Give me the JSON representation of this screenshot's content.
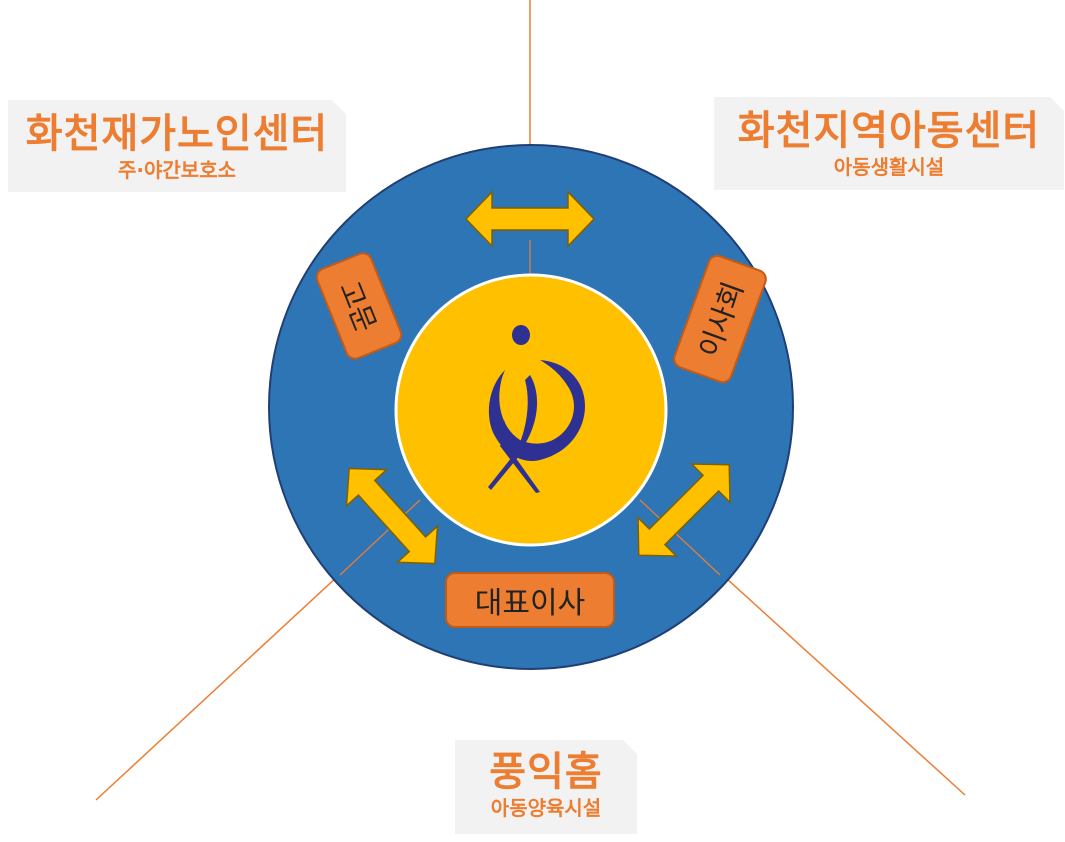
{
  "organizations": {
    "left": {
      "title": "화천재가노인센터",
      "subtitle": "주·야간보호소"
    },
    "right": {
      "title": "화천지역아동센터",
      "subtitle": "아동생활시설"
    },
    "bottom": {
      "title": "풍익홈",
      "subtitle": "아동양육시설"
    }
  },
  "roles": {
    "advisor": "고문",
    "board": "이사회",
    "ceo": "대표이사"
  },
  "colors": {
    "outer_circle": "#2e75b6",
    "inner_circle": "#ffc000",
    "role_box": "#ed7d31",
    "label_text": "#ed7d31",
    "connector_line": "#ed7d31",
    "logo": "#2e3192"
  },
  "icons": {
    "logo": "person-swirl-logo",
    "arrows": "double-headed-arrow"
  }
}
